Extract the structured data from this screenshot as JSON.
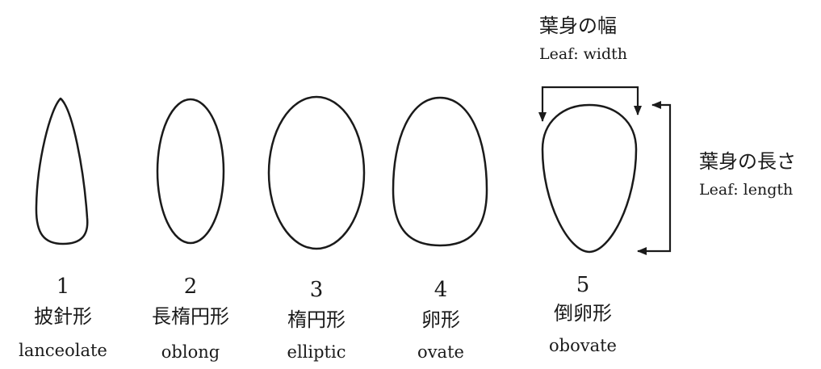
{
  "shapes": [
    {
      "number": "1",
      "name_ja": "披針形",
      "name_en": "lanceolate",
      "icon": "lanceolate-leaf-outline"
    },
    {
      "number": "2",
      "name_ja": "長楕円形",
      "name_en": "oblong",
      "icon": "oblong-leaf-outline"
    },
    {
      "number": "3",
      "name_ja": "楕円形",
      "name_en": "elliptic",
      "icon": "elliptic-leaf-outline"
    },
    {
      "number": "4",
      "name_ja": "卵形",
      "name_en": "ovate",
      "icon": "ovate-leaf-outline"
    },
    {
      "number": "5",
      "name_ja": "倒卵形",
      "name_en": "obovate",
      "icon": "obovate-leaf-outline"
    }
  ],
  "annotations": {
    "width": {
      "ja": "葉身の幅",
      "en": "Leaf: width"
    },
    "length": {
      "ja": "葉身の長さ",
      "en": "Leaf: length"
    }
  },
  "colors": {
    "stroke": "#1a1a1a",
    "background": "#ffffff"
  }
}
